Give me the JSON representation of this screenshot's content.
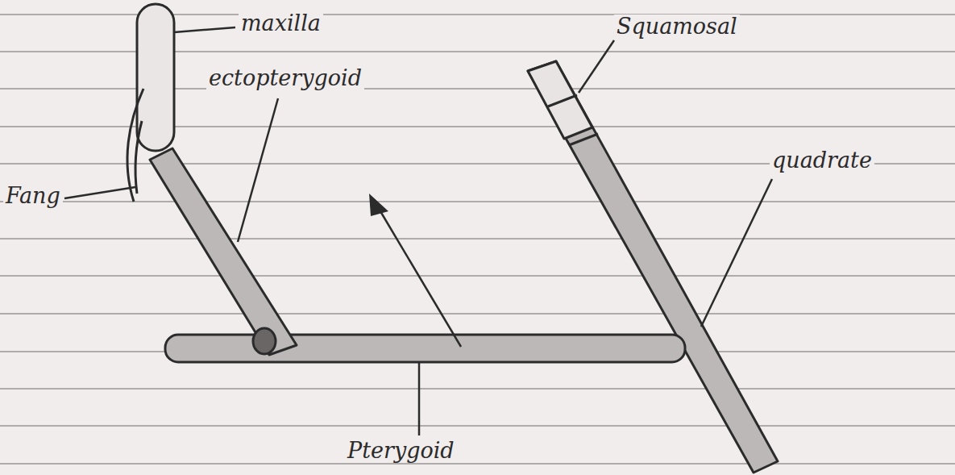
{
  "diagram": {
    "labels": [
      "maxilla",
      "Squamosal",
      "ectopterygoid",
      "Fang",
      "quadrate",
      "Pterygoid"
    ]
  }
}
